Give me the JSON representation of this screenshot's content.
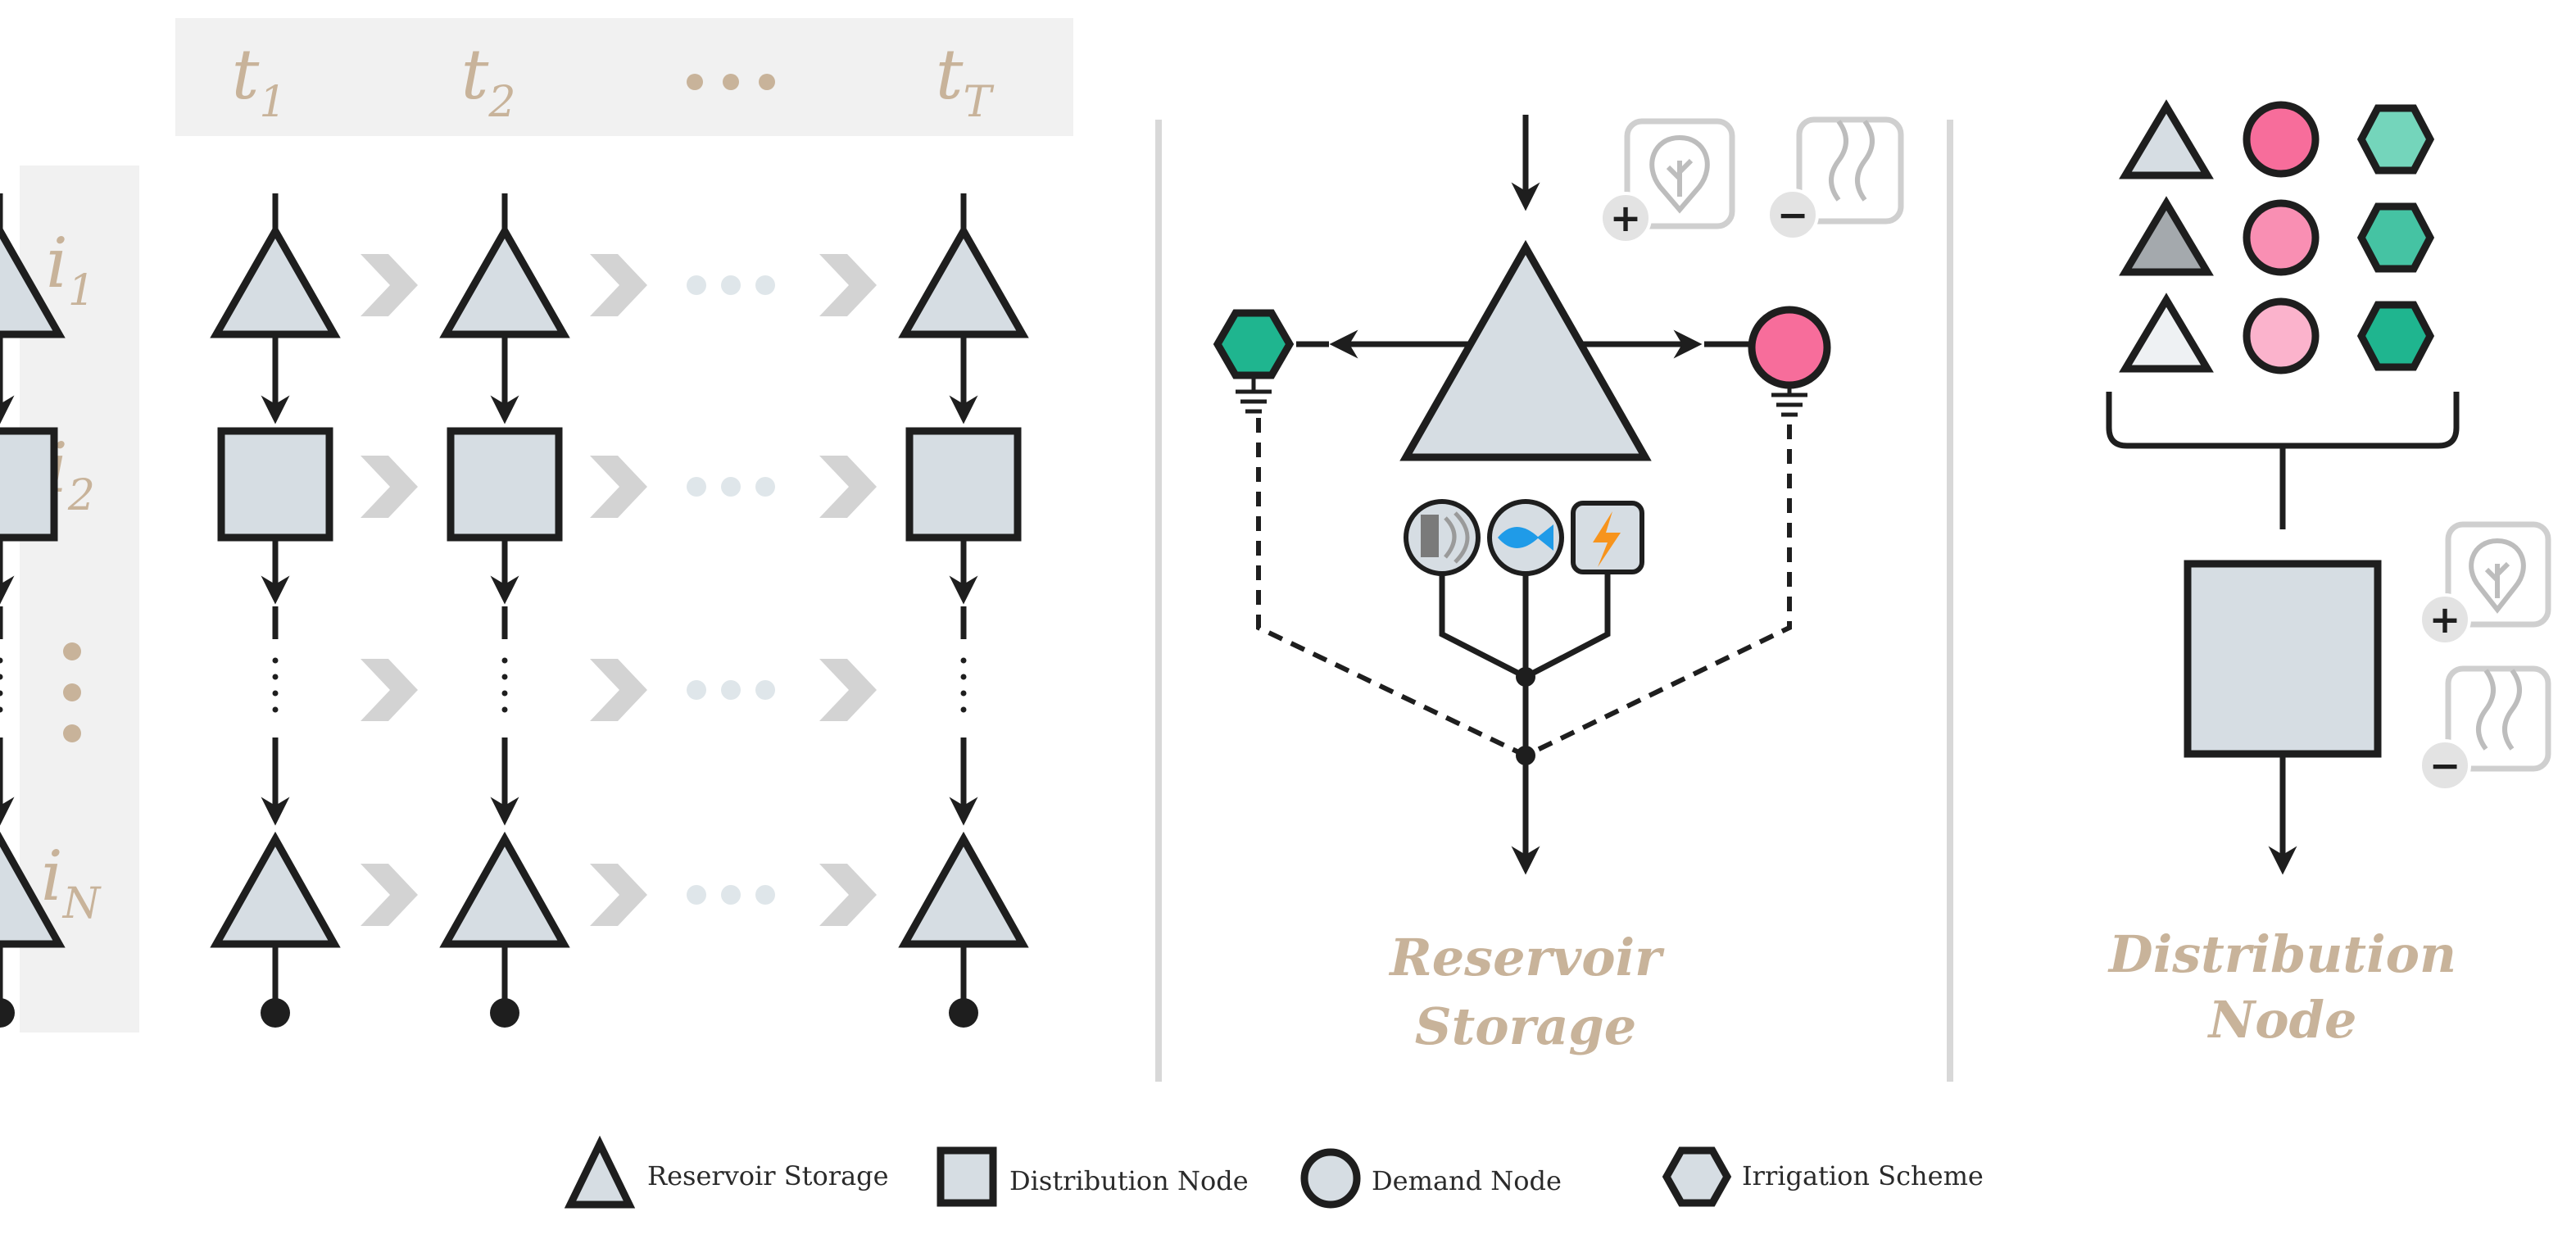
{
  "grid": {
    "time_labels": [
      {
        "base": "t",
        "sub": "1"
      },
      {
        "base": "t",
        "sub": "2"
      },
      {
        "base": "t",
        "sub": "T"
      }
    ],
    "node_labels": [
      {
        "base": "i",
        "sub": "1"
      },
      {
        "base": "i",
        "sub": "2"
      },
      {
        "base": "i",
        "sub": "N"
      }
    ]
  },
  "reservoir_panel": {
    "title_line1": "Reservoir",
    "title_line2": "Storage",
    "plus_sign": "+",
    "minus_sign": "−"
  },
  "distribution_panel": {
    "title_line1": "Distribution",
    "title_line2": "Node",
    "plus_sign": "+",
    "minus_sign": "−"
  },
  "legend": {
    "reservoir": "Reservoir Storage",
    "distribution": "Distribution Node",
    "demand": "Demand Node",
    "irrigation": "Irrigation Scheme"
  },
  "colors": {
    "node_fill": "#d6dde3",
    "irrigation": "#1fb58f",
    "demand": "#f76d9b",
    "label": "#c8b39a",
    "label_bg": "#f1f1f1",
    "chevron": "#d3d3d3",
    "separator": "#d8d8d8"
  },
  "icons": {
    "inflow": "leaf-drop-icon",
    "outflow": "evaporation-icon",
    "sluice": "sluice-gate-icon",
    "fish": "fish-icon",
    "power": "lightning-icon"
  }
}
